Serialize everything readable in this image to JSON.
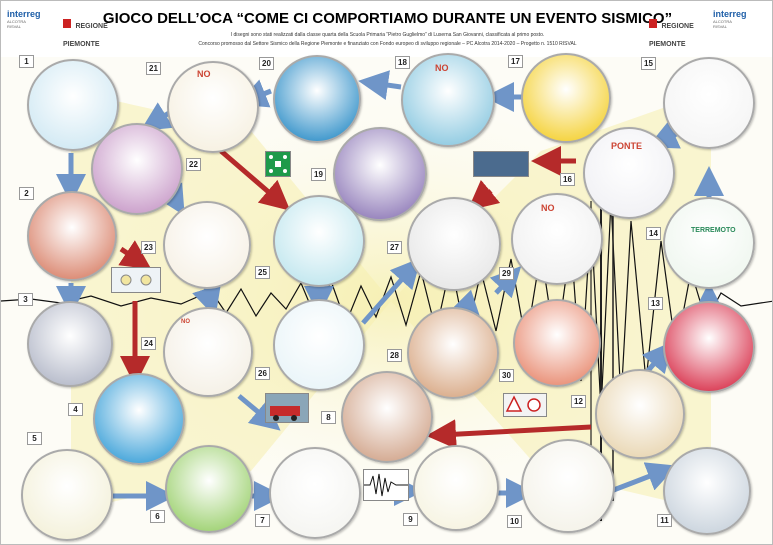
{
  "header": {
    "title": "GIOCO DELL’OCA “COME CI COMPORTIAMO DURANTE UN EVENTO SISMICO”",
    "line1": "I disegni sono stati realizzati dalla classe quarta della Scuola Primaria “Pietro Guglielmo” di Luserna San Giovanni, classificata al primo posto.",
    "line2": "Concorso promosso dal Settore Sismico della Regione Piemonte e finanziato con Fondo europeo di sviluppo regionale – PC Alcotra 2014-2020 – Progetto n. 1510 RISVAL",
    "logo_left": "interreg",
    "logo_left_sub": "ALCOTRA",
    "logo_left_sub2": "RISVAL",
    "logo_region_left": "REGIONE PIEMONTE",
    "logo_region_right": "REGIONE PIEMONTE",
    "logo_right": "interreg",
    "logo_right_sub": "ALCOTRA",
    "logo_right_sub2": "RISVAL"
  },
  "colors": {
    "flow_arrow": "#6f95c8",
    "danger_arrow": "#b52a2a",
    "background_glow": "#f5efb0",
    "seismograph": "#111111"
  },
  "squares": [
    {
      "n": "1",
      "label": "1",
      "color": "#cfe8f3",
      "sign": ""
    },
    {
      "n": "2",
      "label": "2",
      "color": "#d9826a",
      "sign": ""
    },
    {
      "n": "3",
      "label": "3",
      "color": "#b3b8c8",
      "sign": ""
    },
    {
      "n": "4",
      "label": "4",
      "color": "#3aa0d8",
      "sign": ""
    },
    {
      "n": "5",
      "label": "5",
      "color": "#f3f0d8",
      "sign": ""
    },
    {
      "n": "6",
      "label": "6",
      "color": "#9bd06d",
      "sign": ""
    },
    {
      "n": "7",
      "label": "7",
      "color": "#f4f4f0",
      "sign": ""
    },
    {
      "n": "8",
      "label": "8",
      "color": "#d1a48a",
      "sign": ""
    },
    {
      "n": "9",
      "label": "9",
      "color": "#f6f3e0",
      "sign": ""
    },
    {
      "n": "10",
      "label": "10",
      "color": "#f4f2e8",
      "sign": ""
    },
    {
      "n": "11",
      "label": "11",
      "color": "#c8d2dc",
      "sign": ""
    },
    {
      "n": "12",
      "label": "12",
      "color": "#e8d5b0",
      "sign": ""
    },
    {
      "n": "13",
      "label": "13",
      "color": "#d8304a",
      "sign": ""
    },
    {
      "n": "14",
      "label": "14",
      "color": "#eef6ee",
      "sign": ""
    },
    {
      "n": "15",
      "label": "15",
      "color": "#f4f4f4",
      "sign": ""
    },
    {
      "n": "16",
      "label": "16",
      "color": "#f0f0f4",
      "sign": "PONTE"
    },
    {
      "n": "17",
      "label": "17",
      "color": "#f4d030",
      "sign": ""
    },
    {
      "n": "18",
      "label": "18",
      "color": "#8ac8e0",
      "sign": "NO"
    },
    {
      "n": "19",
      "label": "19",
      "color": "#8f7ab8",
      "sign": ""
    },
    {
      "n": "20",
      "label": "20",
      "color": "#2f8fc8",
      "sign": ""
    },
    {
      "n": "21",
      "label": "21",
      "color": "#f6f0e0",
      "sign": "NO"
    },
    {
      "n": "22",
      "label": "22",
      "color": "#c89ac8",
      "sign": ""
    },
    {
      "n": "23",
      "label": "23",
      "color": "#f6f0e4",
      "sign": ""
    },
    {
      "n": "24",
      "label": "24",
      "color": "#f4efe4",
      "sign": "NO"
    },
    {
      "n": "25",
      "label": "25",
      "color": "#bfe6ee",
      "sign": ""
    },
    {
      "n": "26",
      "label": "26",
      "color": "#e8f4f8",
      "sign": ""
    },
    {
      "n": "27",
      "label": "27",
      "color": "#e6e6e6",
      "sign": ""
    },
    {
      "n": "28",
      "label": "28",
      "color": "#d8a884",
      "sign": ""
    },
    {
      "n": "29",
      "label": "29",
      "color": "#f0f0f0",
      "sign": "NO"
    },
    {
      "n": "30",
      "label": "30",
      "color": "#e88a70",
      "sign": ""
    }
  ],
  "extra_labels": {
    "tsunami_sign": "TERREMOTO"
  }
}
